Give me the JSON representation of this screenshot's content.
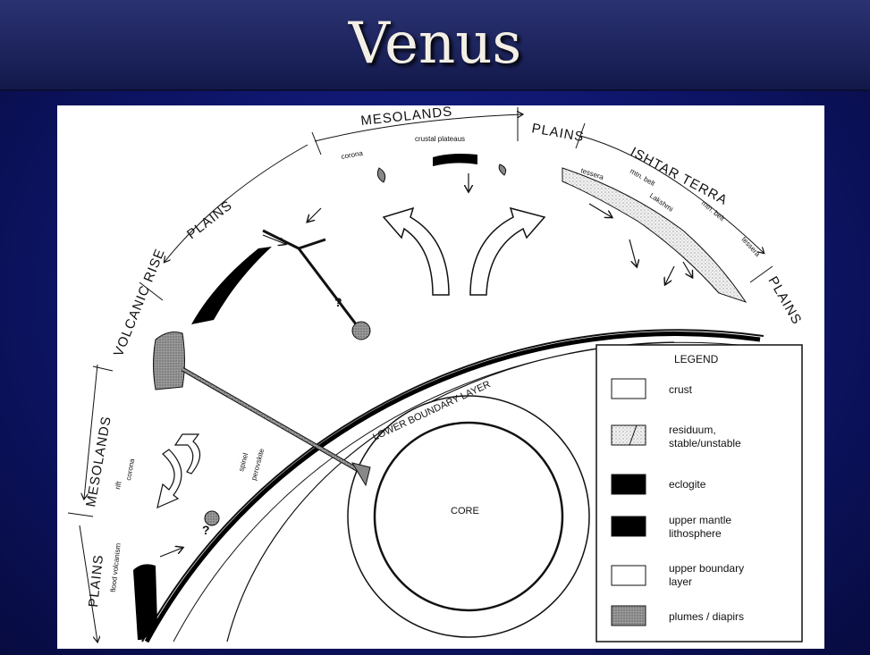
{
  "slide": {
    "title": "Venus"
  },
  "diagram": {
    "regions": {
      "mesolands_top": "MESOLANDS",
      "plains_top": "PLAINS",
      "ishtar_terra": "ISHTAR TERRA",
      "plains_right": "PLAINS",
      "plains_upper_left": "PLAINS",
      "volcanic_rise": "VOLCANIC RISE",
      "mesolands_left": "MESOLANDS",
      "plains_lower_left": "PLAINS"
    },
    "features": {
      "corona_top": "corona",
      "crustal_plateaus": "crustal plateaus",
      "tessera_left": "tessera",
      "mtn_belt_1": "mtn. belt",
      "lakshmi": "Lakshmi",
      "mtn_belt_2": "mtn. belt",
      "tessera_right": "tessera",
      "corona_left": "corona",
      "rift": "rift",
      "flood_volcanism": "flood volcanism",
      "spinel": "spinel",
      "perovskite": "perovskite",
      "lower_boundary_layer": "LOWER BOUNDARY LAYER",
      "core": "CORE",
      "question_1": "?",
      "question_2": "?"
    },
    "legend": {
      "title": "LEGEND",
      "items": [
        {
          "label": "crust",
          "fill": "#ffffff"
        },
        {
          "label": "residuum, stable/unstable",
          "fill": "#e6e6e6"
        },
        {
          "label": "eclogite",
          "fill": "#000000"
        },
        {
          "label": "upper mantle lithosphere",
          "fill": "#000000"
        },
        {
          "label": "upper boundary layer",
          "fill": "#ffffff"
        },
        {
          "label": "plumes / diapirs",
          "fill": "#8a8a8a"
        }
      ]
    }
  }
}
